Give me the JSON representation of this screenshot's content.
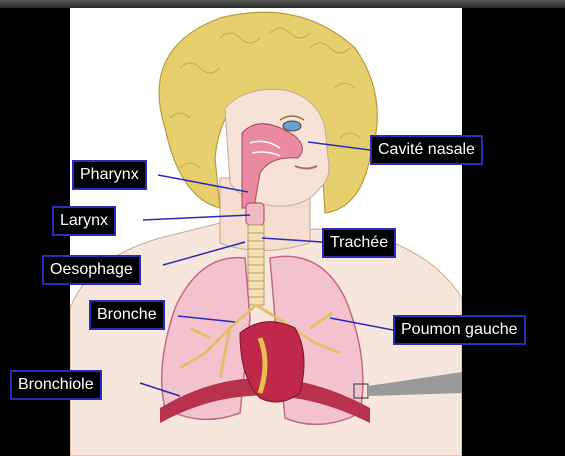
{
  "labels": {
    "cavite_nasale": "Cavité nasale",
    "pharynx": "Pharynx",
    "larynx": "Larynx",
    "trachee": "Trachée",
    "oesophage": "Oesophage",
    "bronche": "Bronche",
    "poumon_gauche": "Poumon gauche",
    "bronchiole": "Bronchiole"
  },
  "colors": {
    "label_border": "#2b2bb8",
    "leader_line": "#2b2bb8",
    "hair": "#e7cf6e",
    "skin": "#f7e6dc",
    "lung": "#f2c3cf",
    "heart": "#c0284a"
  }
}
